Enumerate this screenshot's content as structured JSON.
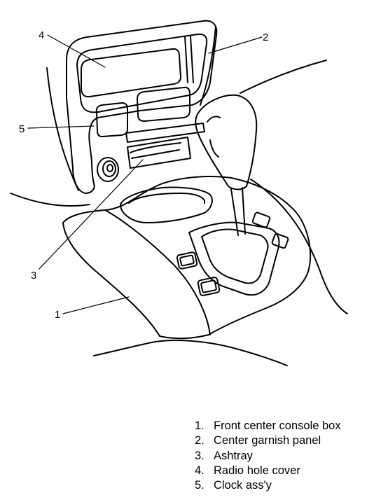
{
  "callouts": [
    {
      "number": "4"
    },
    {
      "number": "2"
    },
    {
      "number": "5"
    },
    {
      "number": "3"
    },
    {
      "number": "1"
    }
  ],
  "legend": [
    {
      "number": "1.",
      "label": "Front center console box"
    },
    {
      "number": "2.",
      "label": "Center garnish panel"
    },
    {
      "number": "3.",
      "label": "Ashtray"
    },
    {
      "number": "4.",
      "label": "Radio hole cover"
    },
    {
      "number": "5.",
      "label": "Clock ass'y"
    }
  ]
}
